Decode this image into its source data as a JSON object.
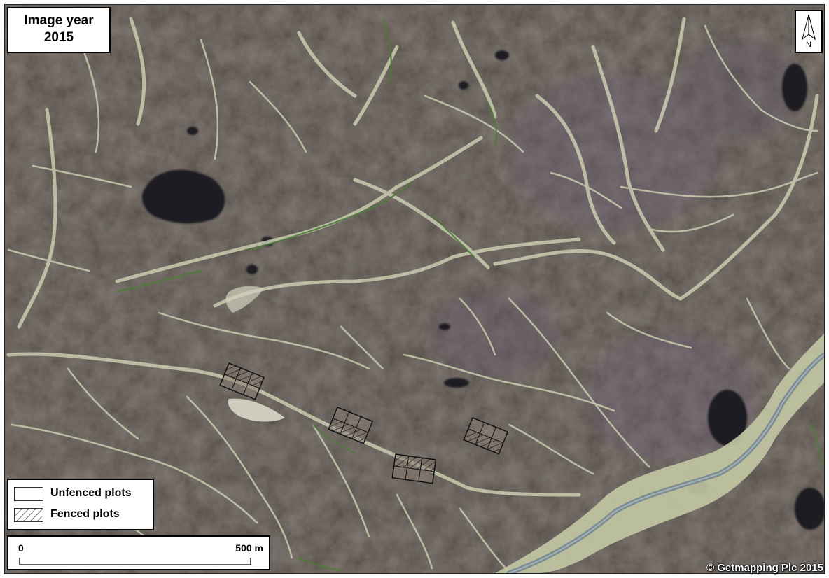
{
  "map": {
    "title_line1": "Image year",
    "title_line2": "2015",
    "north_label": "N",
    "legend": {
      "unfenced_label": "Unfenced plots",
      "fenced_label": "Fenced plots"
    },
    "scale": {
      "start_label": "0",
      "end_label": "500 m"
    },
    "credit": "© Getmapping Plc 2015",
    "colors": {
      "terrain": "#4e4740",
      "channel": "#c9cdb0",
      "river": "#7c8c92",
      "vegetation": "#4f7a3a",
      "pool": "#1b1d20"
    }
  }
}
